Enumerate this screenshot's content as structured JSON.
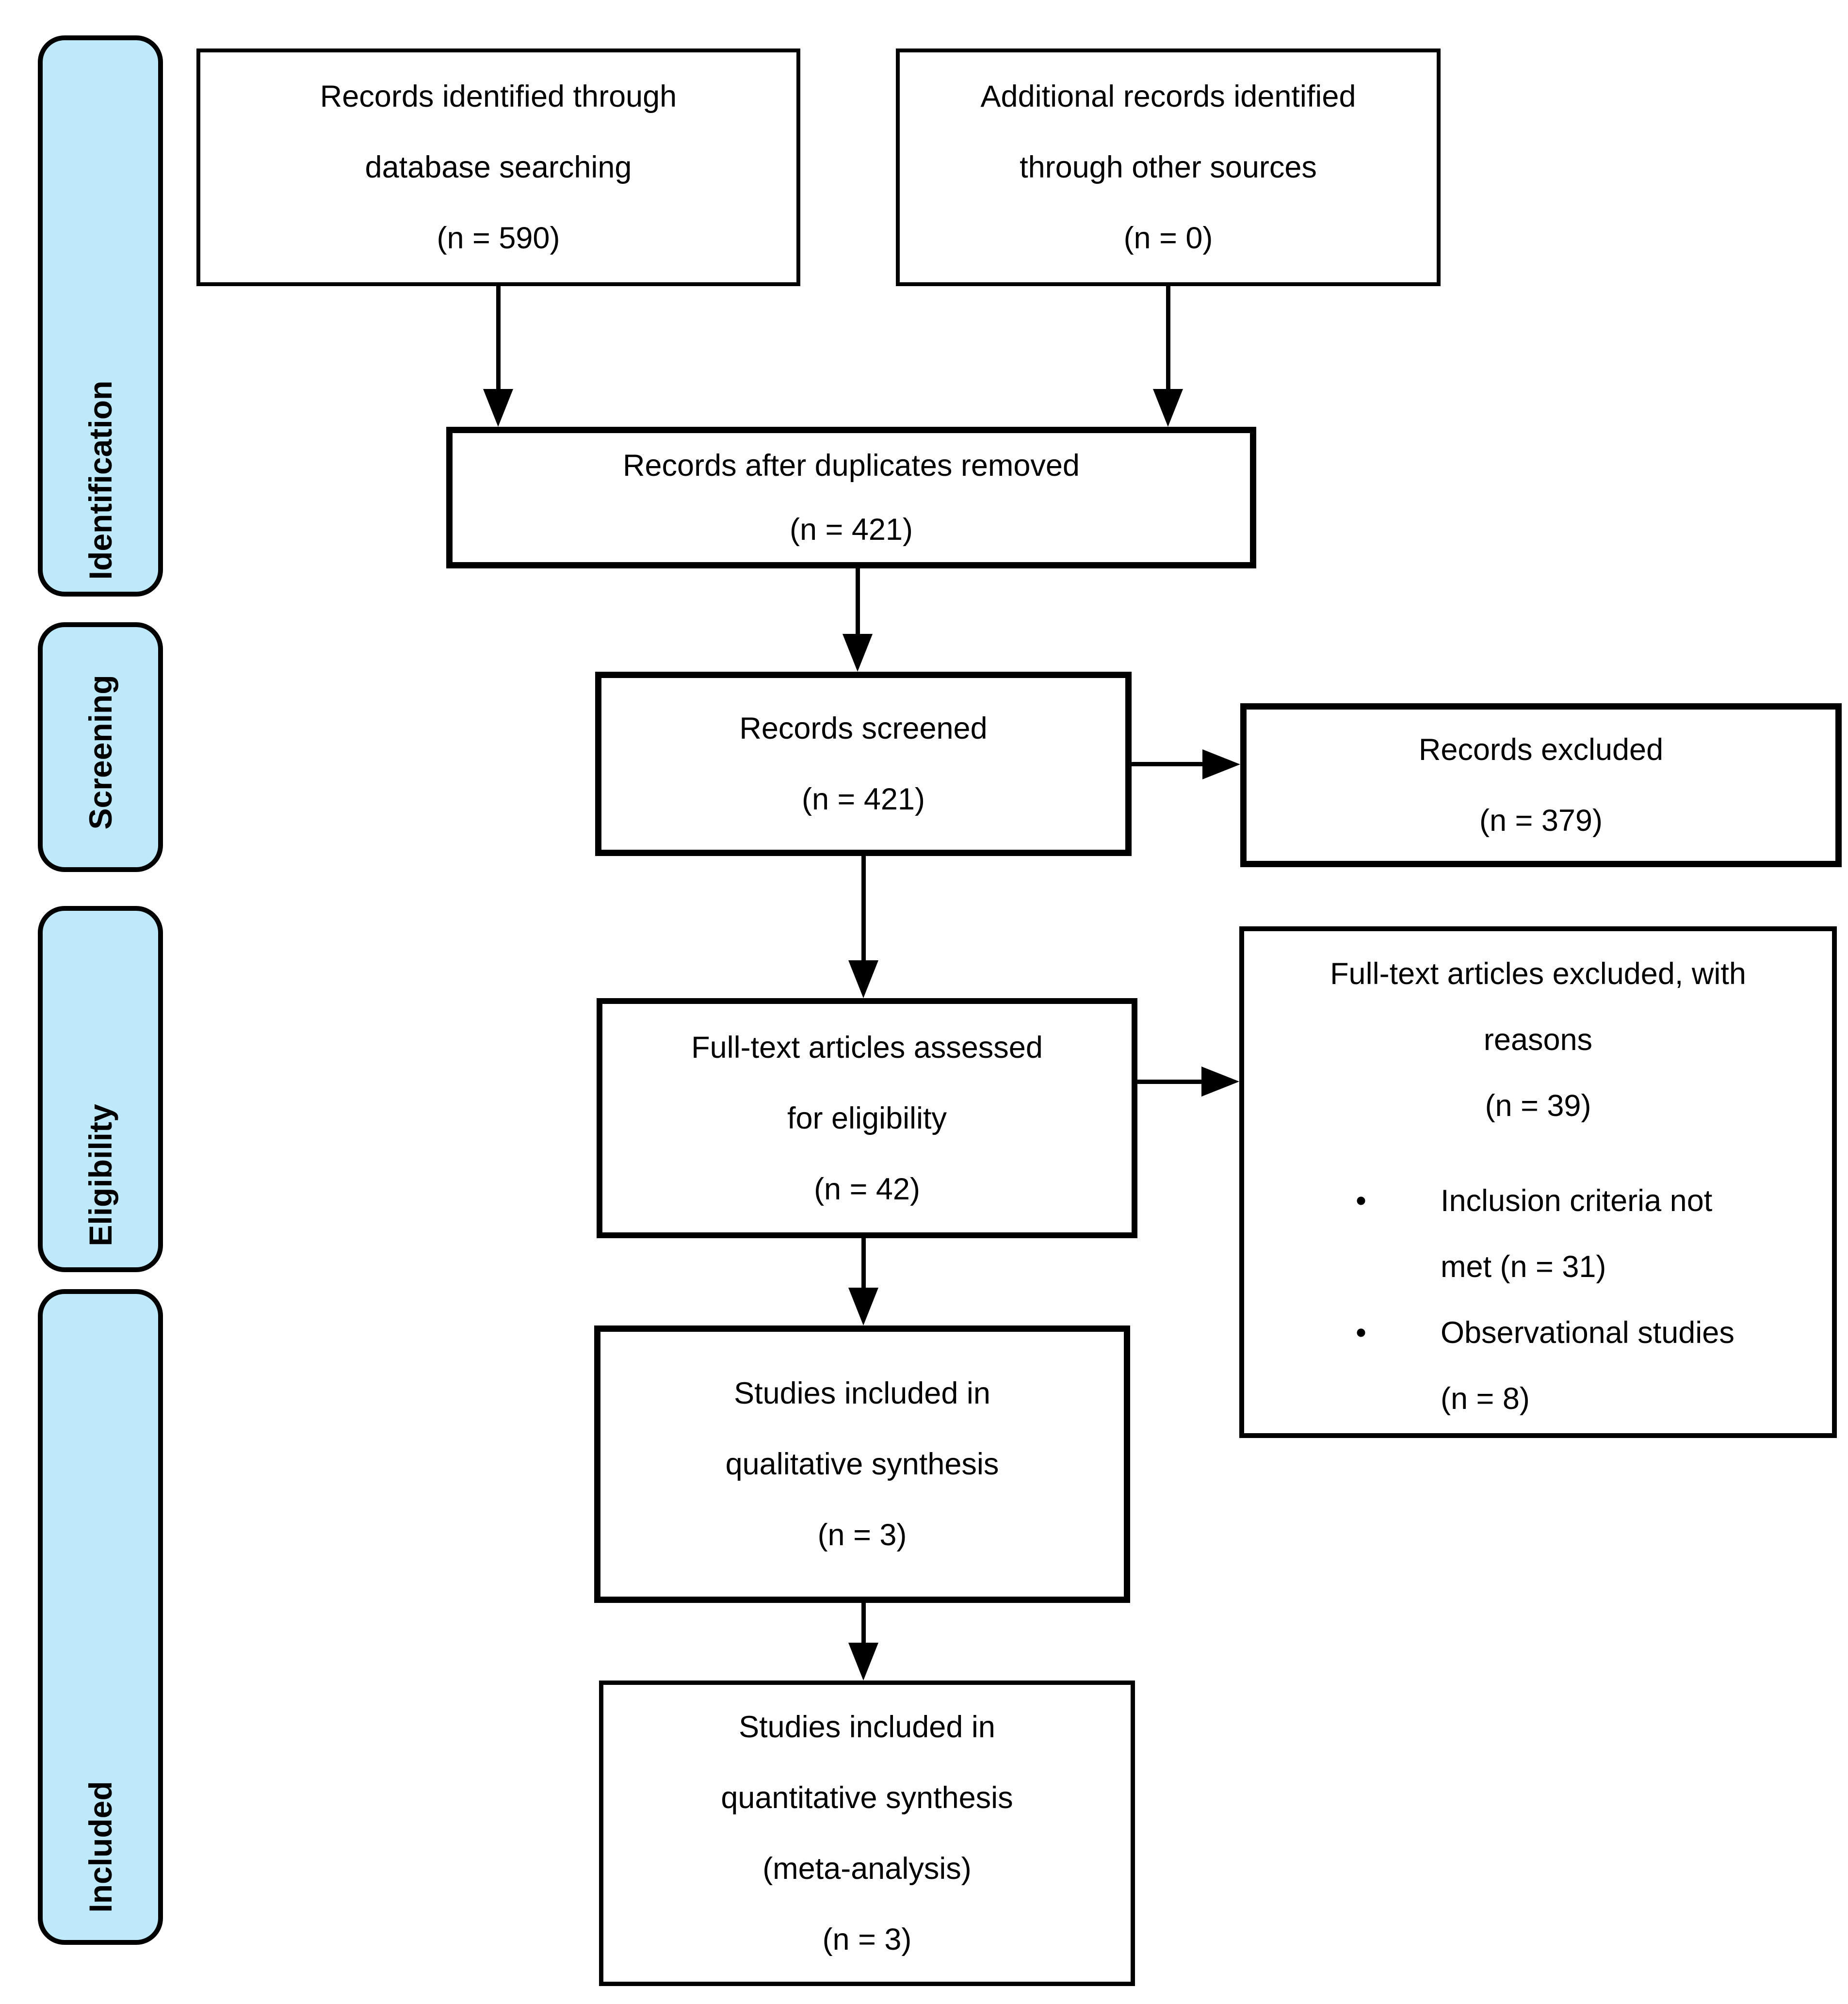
{
  "colors": {
    "sidebar_fill": "#BEE9FB",
    "line": "#000000",
    "text": "#000000",
    "background": "#FFFFFF"
  },
  "glyphs": {
    "bullet": "•"
  },
  "sidebar": {
    "labels": [
      "Identification",
      "Screening",
      "Eligibility",
      "Included"
    ]
  },
  "boxes": {
    "identified": {
      "lines": [
        "Records identified through",
        "database searching",
        "(n = 590)"
      ]
    },
    "additional": {
      "lines": [
        "Additional records identified",
        "through other sources",
        "(n = 0)"
      ]
    },
    "duplicates": {
      "lines": [
        "Records after duplicates removed",
        "(n = 421)"
      ]
    },
    "screened": {
      "lines": [
        "Records screened",
        "(n = 421)"
      ]
    },
    "excluded": {
      "lines": [
        "Records excluded",
        "(n = 379)"
      ]
    },
    "fulltext": {
      "lines": [
        "Full-text articles assessed",
        "for eligibility",
        "(n = 42)"
      ]
    },
    "reasons": {
      "lines": [
        "Full-text articles excluded, with",
        "reasons",
        "(n = 39)"
      ],
      "bullets": [
        {
          "lines": [
            "Inclusion criteria not",
            "met (n = 31)"
          ]
        },
        {
          "lines": [
            "Observational studies",
            "(n = 8)"
          ]
        }
      ]
    },
    "qualitative": {
      "lines": [
        "Studies included in",
        "qualitative synthesis",
        "(n = 3)"
      ]
    },
    "quantitative": {
      "lines": [
        "Studies included in",
        "quantitative synthesis",
        "(meta-analysis)",
        "(n = 3)"
      ]
    }
  }
}
